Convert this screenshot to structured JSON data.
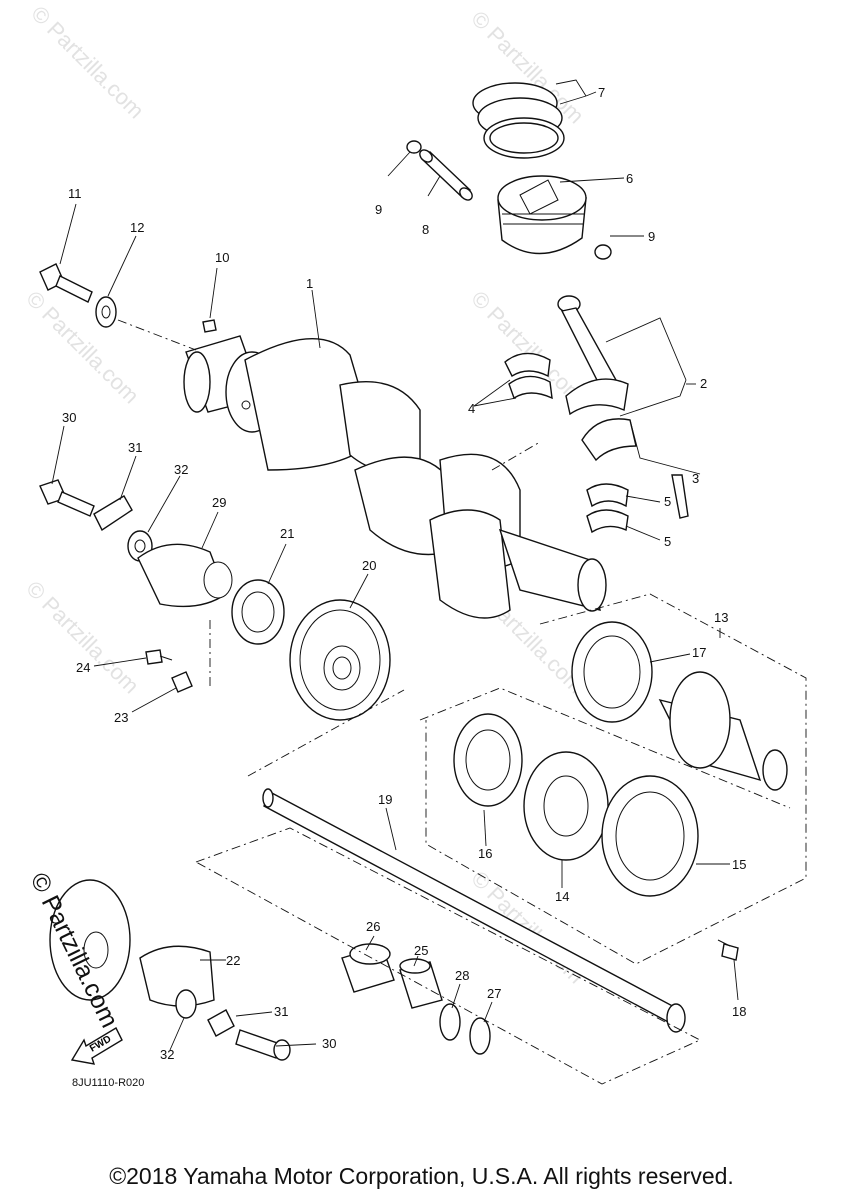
{
  "diagram": {
    "code": "8JU1110-R020",
    "copyright": "©2018 Yamaha Motor Corporation, U.S.A. All rights reserved.",
    "watermark": "© Partzilla.com",
    "fwd_label": "FWD",
    "callouts": [
      "1",
      "2",
      "3",
      "4",
      "5",
      "5",
      "6",
      "7",
      "8",
      "9",
      "9",
      "10",
      "11",
      "12",
      "13",
      "14",
      "15",
      "16",
      "17",
      "18",
      "19",
      "20",
      "21",
      "22",
      "23",
      "24",
      "25",
      "26",
      "27",
      "28",
      "29",
      "30",
      "30",
      "31",
      "31",
      "32",
      "32"
    ]
  }
}
